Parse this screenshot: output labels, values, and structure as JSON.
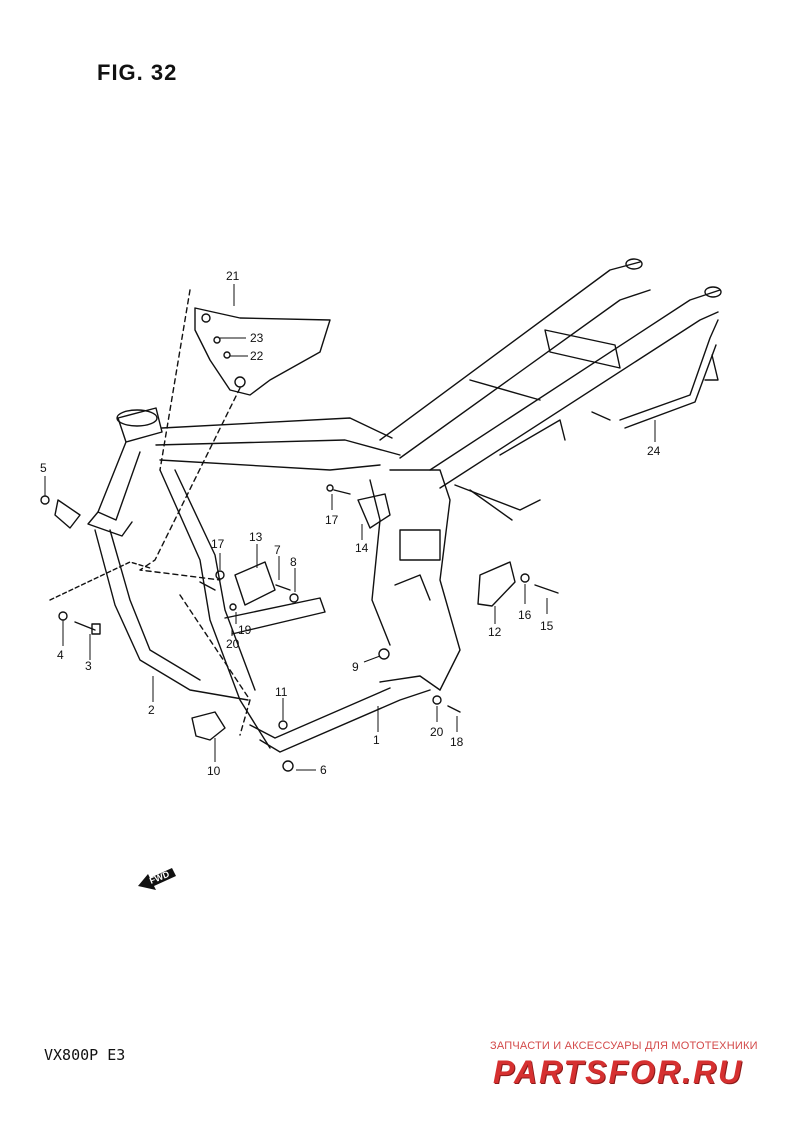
{
  "figure": {
    "title": "FIG. 32",
    "model": "VX800P  E3"
  },
  "watermark": {
    "tagline": "ЗАПЧАСТИ И АКСЕССУАРЫ ДЛЯ МОТОТЕХНИКИ",
    "brand": "PARTSFOR.RU",
    "color": "#d63030"
  },
  "fwd_arrow": {
    "label": "FWD"
  },
  "callouts": [
    {
      "id": "1",
      "label": "1"
    },
    {
      "id": "2",
      "label": "2"
    },
    {
      "id": "3",
      "label": "3"
    },
    {
      "id": "4",
      "label": "4"
    },
    {
      "id": "5",
      "label": "5"
    },
    {
      "id": "6",
      "label": "6"
    },
    {
      "id": "7",
      "label": "7"
    },
    {
      "id": "8",
      "label": "8"
    },
    {
      "id": "9",
      "label": "9"
    },
    {
      "id": "10",
      "label": "10"
    },
    {
      "id": "11",
      "label": "11"
    },
    {
      "id": "12",
      "label": "12"
    },
    {
      "id": "13",
      "label": "13"
    },
    {
      "id": "14",
      "label": "14"
    },
    {
      "id": "15",
      "label": "15"
    },
    {
      "id": "16",
      "label": "16"
    },
    {
      "id": "17a",
      "label": "17"
    },
    {
      "id": "17b",
      "label": "17"
    },
    {
      "id": "18",
      "label": "18"
    },
    {
      "id": "19",
      "label": "19"
    },
    {
      "id": "20a",
      "label": "20"
    },
    {
      "id": "20b",
      "label": "20"
    },
    {
      "id": "21",
      "label": "21"
    },
    {
      "id": "22",
      "label": "22"
    },
    {
      "id": "23",
      "label": "23"
    },
    {
      "id": "24",
      "label": "24"
    }
  ]
}
